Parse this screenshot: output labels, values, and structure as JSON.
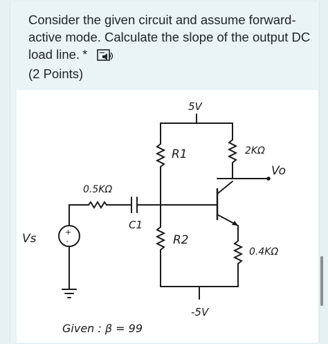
{
  "question": {
    "text": "Consider the given circuit and assume forward-active mode. Calculate the slope of the output DC load line.",
    "required_marker": "*",
    "points": "(2 Points)",
    "speaker_icon": "immersive-reader-icon"
  },
  "circuit": {
    "supply_pos": "5V",
    "supply_neg": "-5V",
    "r1": "R1",
    "r2": "R2",
    "rc": "2KΩ",
    "re": "0.4KΩ",
    "rs": "0.5KΩ",
    "c1": "C1",
    "vs": "Vs",
    "vo": "Vo",
    "given": "Given : β = 99"
  },
  "colors": {
    "background": "#eaf3f5",
    "text": "#1f2328",
    "ink": "#1a1a1a"
  }
}
